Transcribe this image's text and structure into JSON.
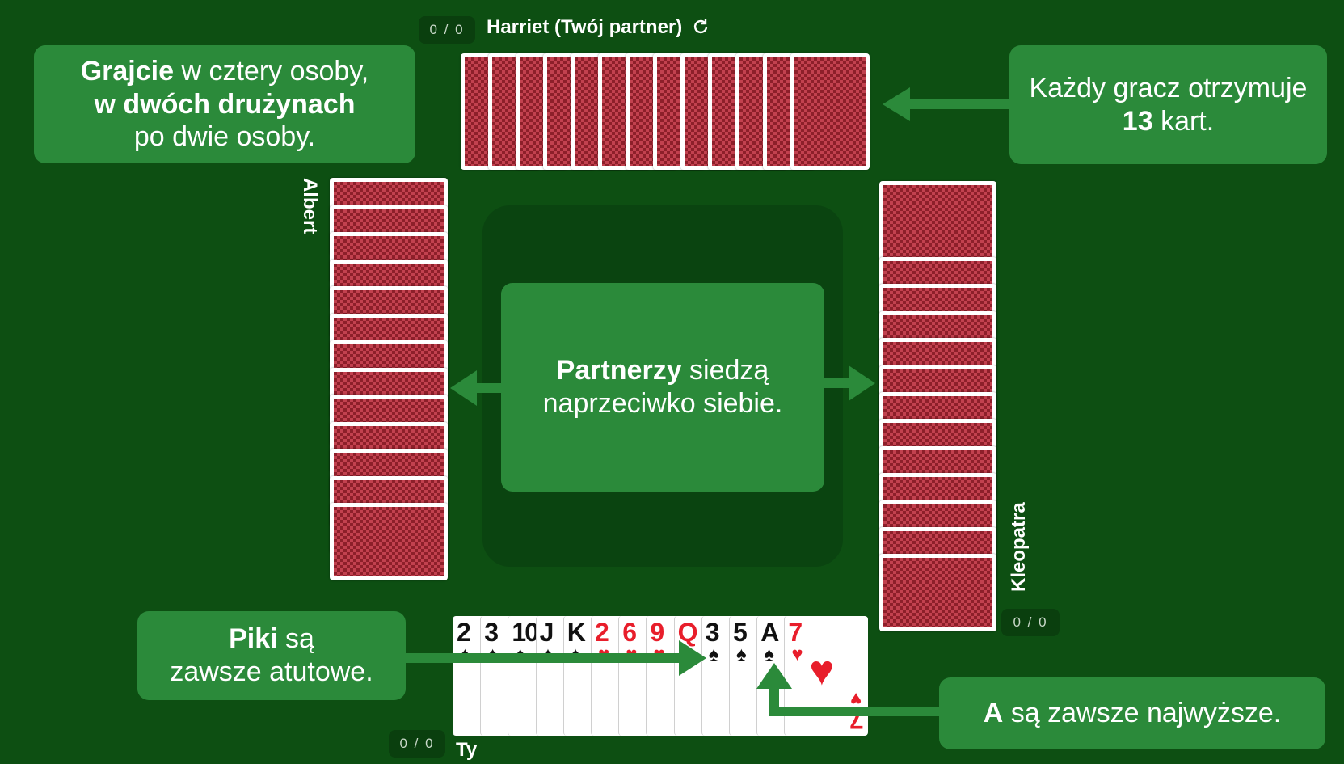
{
  "players": {
    "north": {
      "name": "Harriet (Twój partner)",
      "score": "0 / 0"
    },
    "west": {
      "name": "Albert"
    },
    "east": {
      "name": "Kleopatra",
      "score": "0 / 0"
    },
    "south": {
      "name": "Ty",
      "score": "0 / 0"
    }
  },
  "info_boxes": {
    "four_players": {
      "bold1": "Grajcie",
      "text1": " w cztery osoby,",
      "bold2": "w dwóch drużynach",
      "text2": "po dwie osoby."
    },
    "thirteen_cards": {
      "text1": "Każdy gracz otrzymuje",
      "bold": "13",
      "text2": " kart."
    },
    "partners": {
      "bold": "Partnerzy",
      "text1": " siedzą",
      "text2": "naprzeciwko siebie."
    },
    "spades_trump": {
      "bold": "Piki",
      "text1": " są",
      "text2": "zawsze atutowe."
    },
    "aces_high": {
      "bold": "A",
      "text": " są zawsze najwyższe."
    }
  },
  "hand": [
    {
      "rank": "2",
      "suit": "♠",
      "color": "#111111"
    },
    {
      "rank": "3",
      "suit": "♠",
      "color": "#111111"
    },
    {
      "rank": "10",
      "suit": "♠",
      "color": "#111111"
    },
    {
      "rank": "J",
      "suit": "♠",
      "color": "#111111"
    },
    {
      "rank": "K",
      "suit": "♠",
      "color": "#111111"
    },
    {
      "rank": "2",
      "suit": "♥",
      "color": "#e81e2b"
    },
    {
      "rank": "6",
      "suit": "♥",
      "color": "#e81e2b"
    },
    {
      "rank": "9",
      "suit": "♥",
      "color": "#e81e2b"
    },
    {
      "rank": "Q",
      "suit": "♥",
      "color": "#e81e2b"
    },
    {
      "rank": "3",
      "suit": "♠",
      "color": "#111111"
    },
    {
      "rank": "5",
      "suit": "♠",
      "color": "#111111"
    },
    {
      "rank": "A",
      "suit": "♠",
      "color": "#111111"
    },
    {
      "rank": "7",
      "suit": "♥",
      "color": "#e81e2b"
    }
  ],
  "colors": {
    "table": "#0d4f12",
    "info_box": "#2b8a3a",
    "arrow": "#2b8a3a",
    "card_back": "#8d1f2a"
  },
  "icons": {
    "refresh": "refresh-icon"
  }
}
